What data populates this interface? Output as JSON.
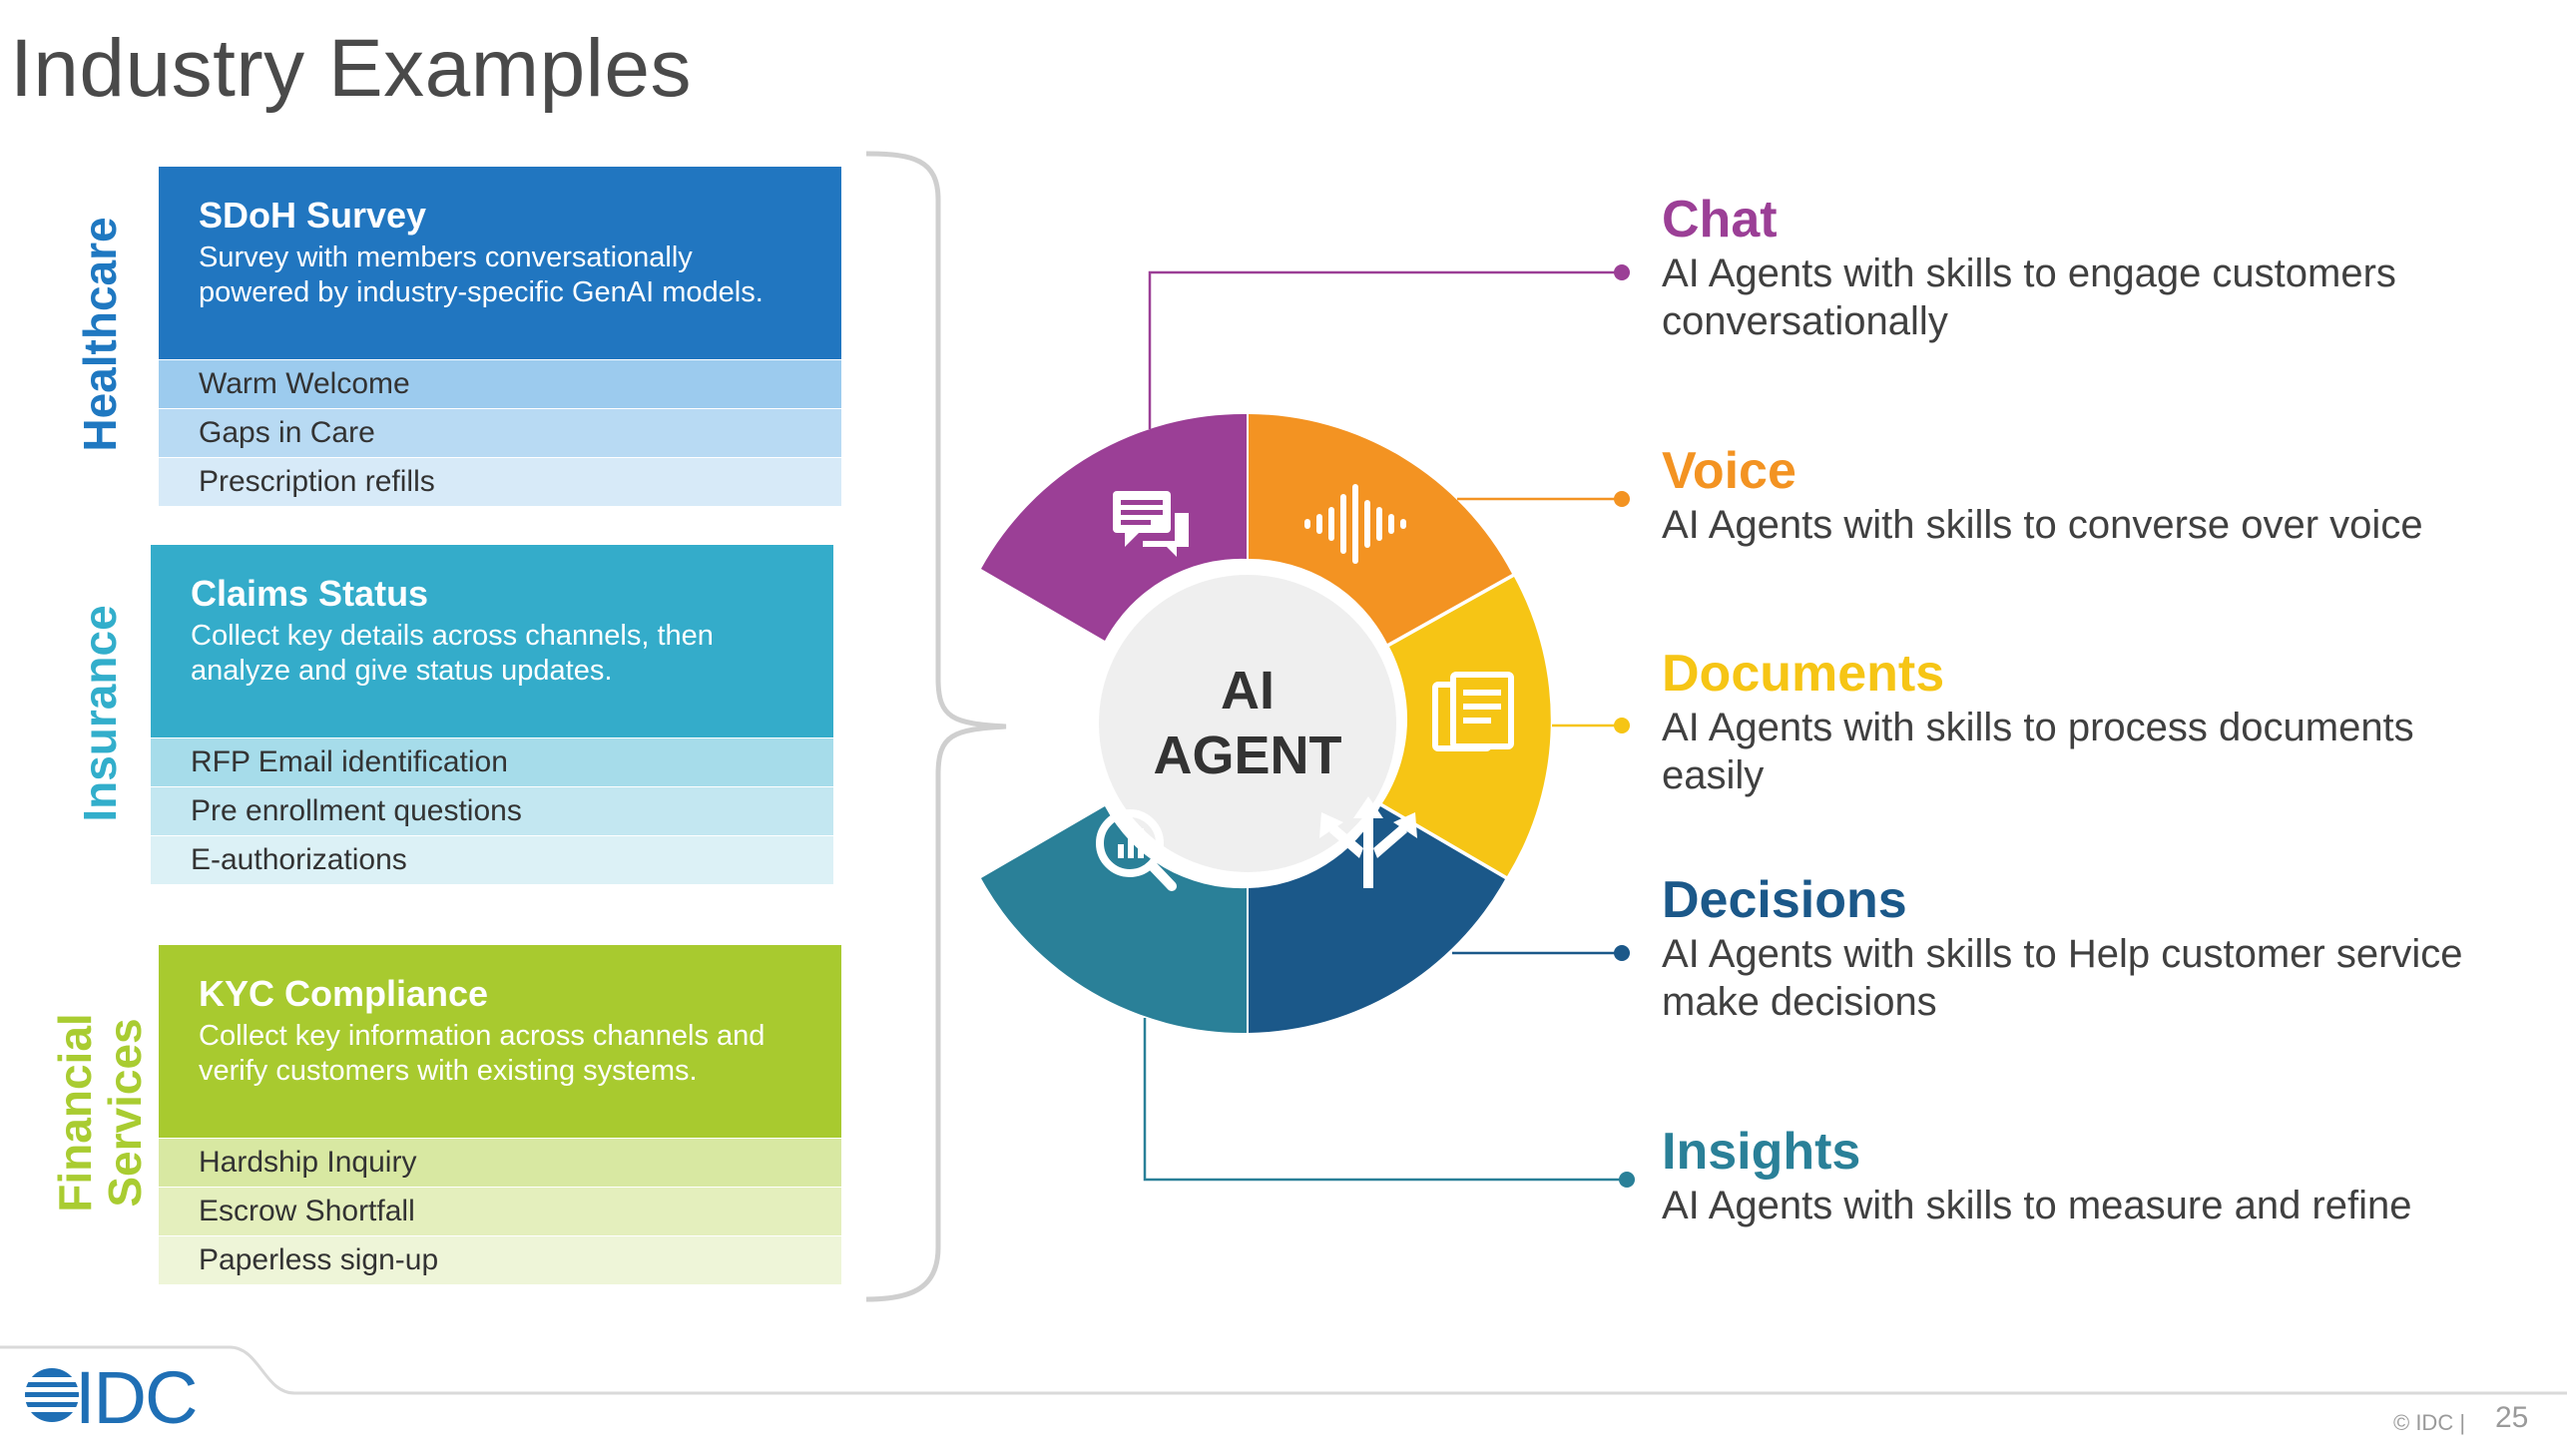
{
  "title": "Industry Examples",
  "industries": [
    {
      "label_lines": [
        "Healthcare"
      ],
      "color": "#1f78c1",
      "card": {
        "title": "SDoH Survey",
        "description": "Survey with members conversationally powered by industry-specific GenAI models.",
        "rows": [
          "Warm Welcome",
          "Gaps in Care",
          "Prescription refills"
        ],
        "head_color": "#2176c0",
        "row_colors": [
          "#9ccbee",
          "#b8daf3",
          "#d7eaf8"
        ]
      }
    },
    {
      "label_lines": [
        "Insurance"
      ],
      "color": "#32aecb",
      "card": {
        "title": "Claims Status",
        "description": "Collect key details across channels, then analyze and give status updates.",
        "rows": [
          "RFP Email identification",
          "Pre enrollment questions",
          "E-authorizations"
        ],
        "head_color": "#34acca",
        "row_colors": [
          "#a6dcea",
          "#c3e7f1",
          "#dcf1f6"
        ]
      }
    },
    {
      "label_lines": [
        "Financial",
        "Services"
      ],
      "color": "#a9cc31",
      "card": {
        "title": "KYC Compliance",
        "description": "Collect key information across channels and verify customers with existing systems.",
        "rows": [
          "Hardship Inquiry",
          "Escrow Shortfall",
          "Paperless sign-up"
        ],
        "head_color": "#a8ca2f",
        "row_colors": [
          "#d8e8a2",
          "#e4efbd",
          "#eef5d8"
        ]
      }
    }
  ],
  "center": {
    "line1": "AI",
    "line2": "AGENT"
  },
  "capabilities": [
    {
      "title": "Chat",
      "description": "AI Agents with skills to engage customers conversationally",
      "color": "#9b3f96",
      "icon": "chat-bubbles-icon"
    },
    {
      "title": "Voice",
      "description": "AI Agents with skills to converse over voice",
      "color": "#f39322",
      "icon": "sound-wave-icon"
    },
    {
      "title": "Documents",
      "description": "AI Agents with skills to process documents easily",
      "color": "#f6c515",
      "icon": "documents-icon"
    },
    {
      "title": "Decisions",
      "description": "AI Agents with skills to Help customer service make decisions",
      "color": "#1b5889",
      "icon": "split-arrows-icon"
    },
    {
      "title": "Insights",
      "description": "AI Agents with skills to measure and refine",
      "color": "#2a8098",
      "icon": "magnifier-chart-icon"
    }
  ],
  "footer": {
    "logo_text": "IDC",
    "copyright": "© IDC |",
    "page_number": "25"
  }
}
